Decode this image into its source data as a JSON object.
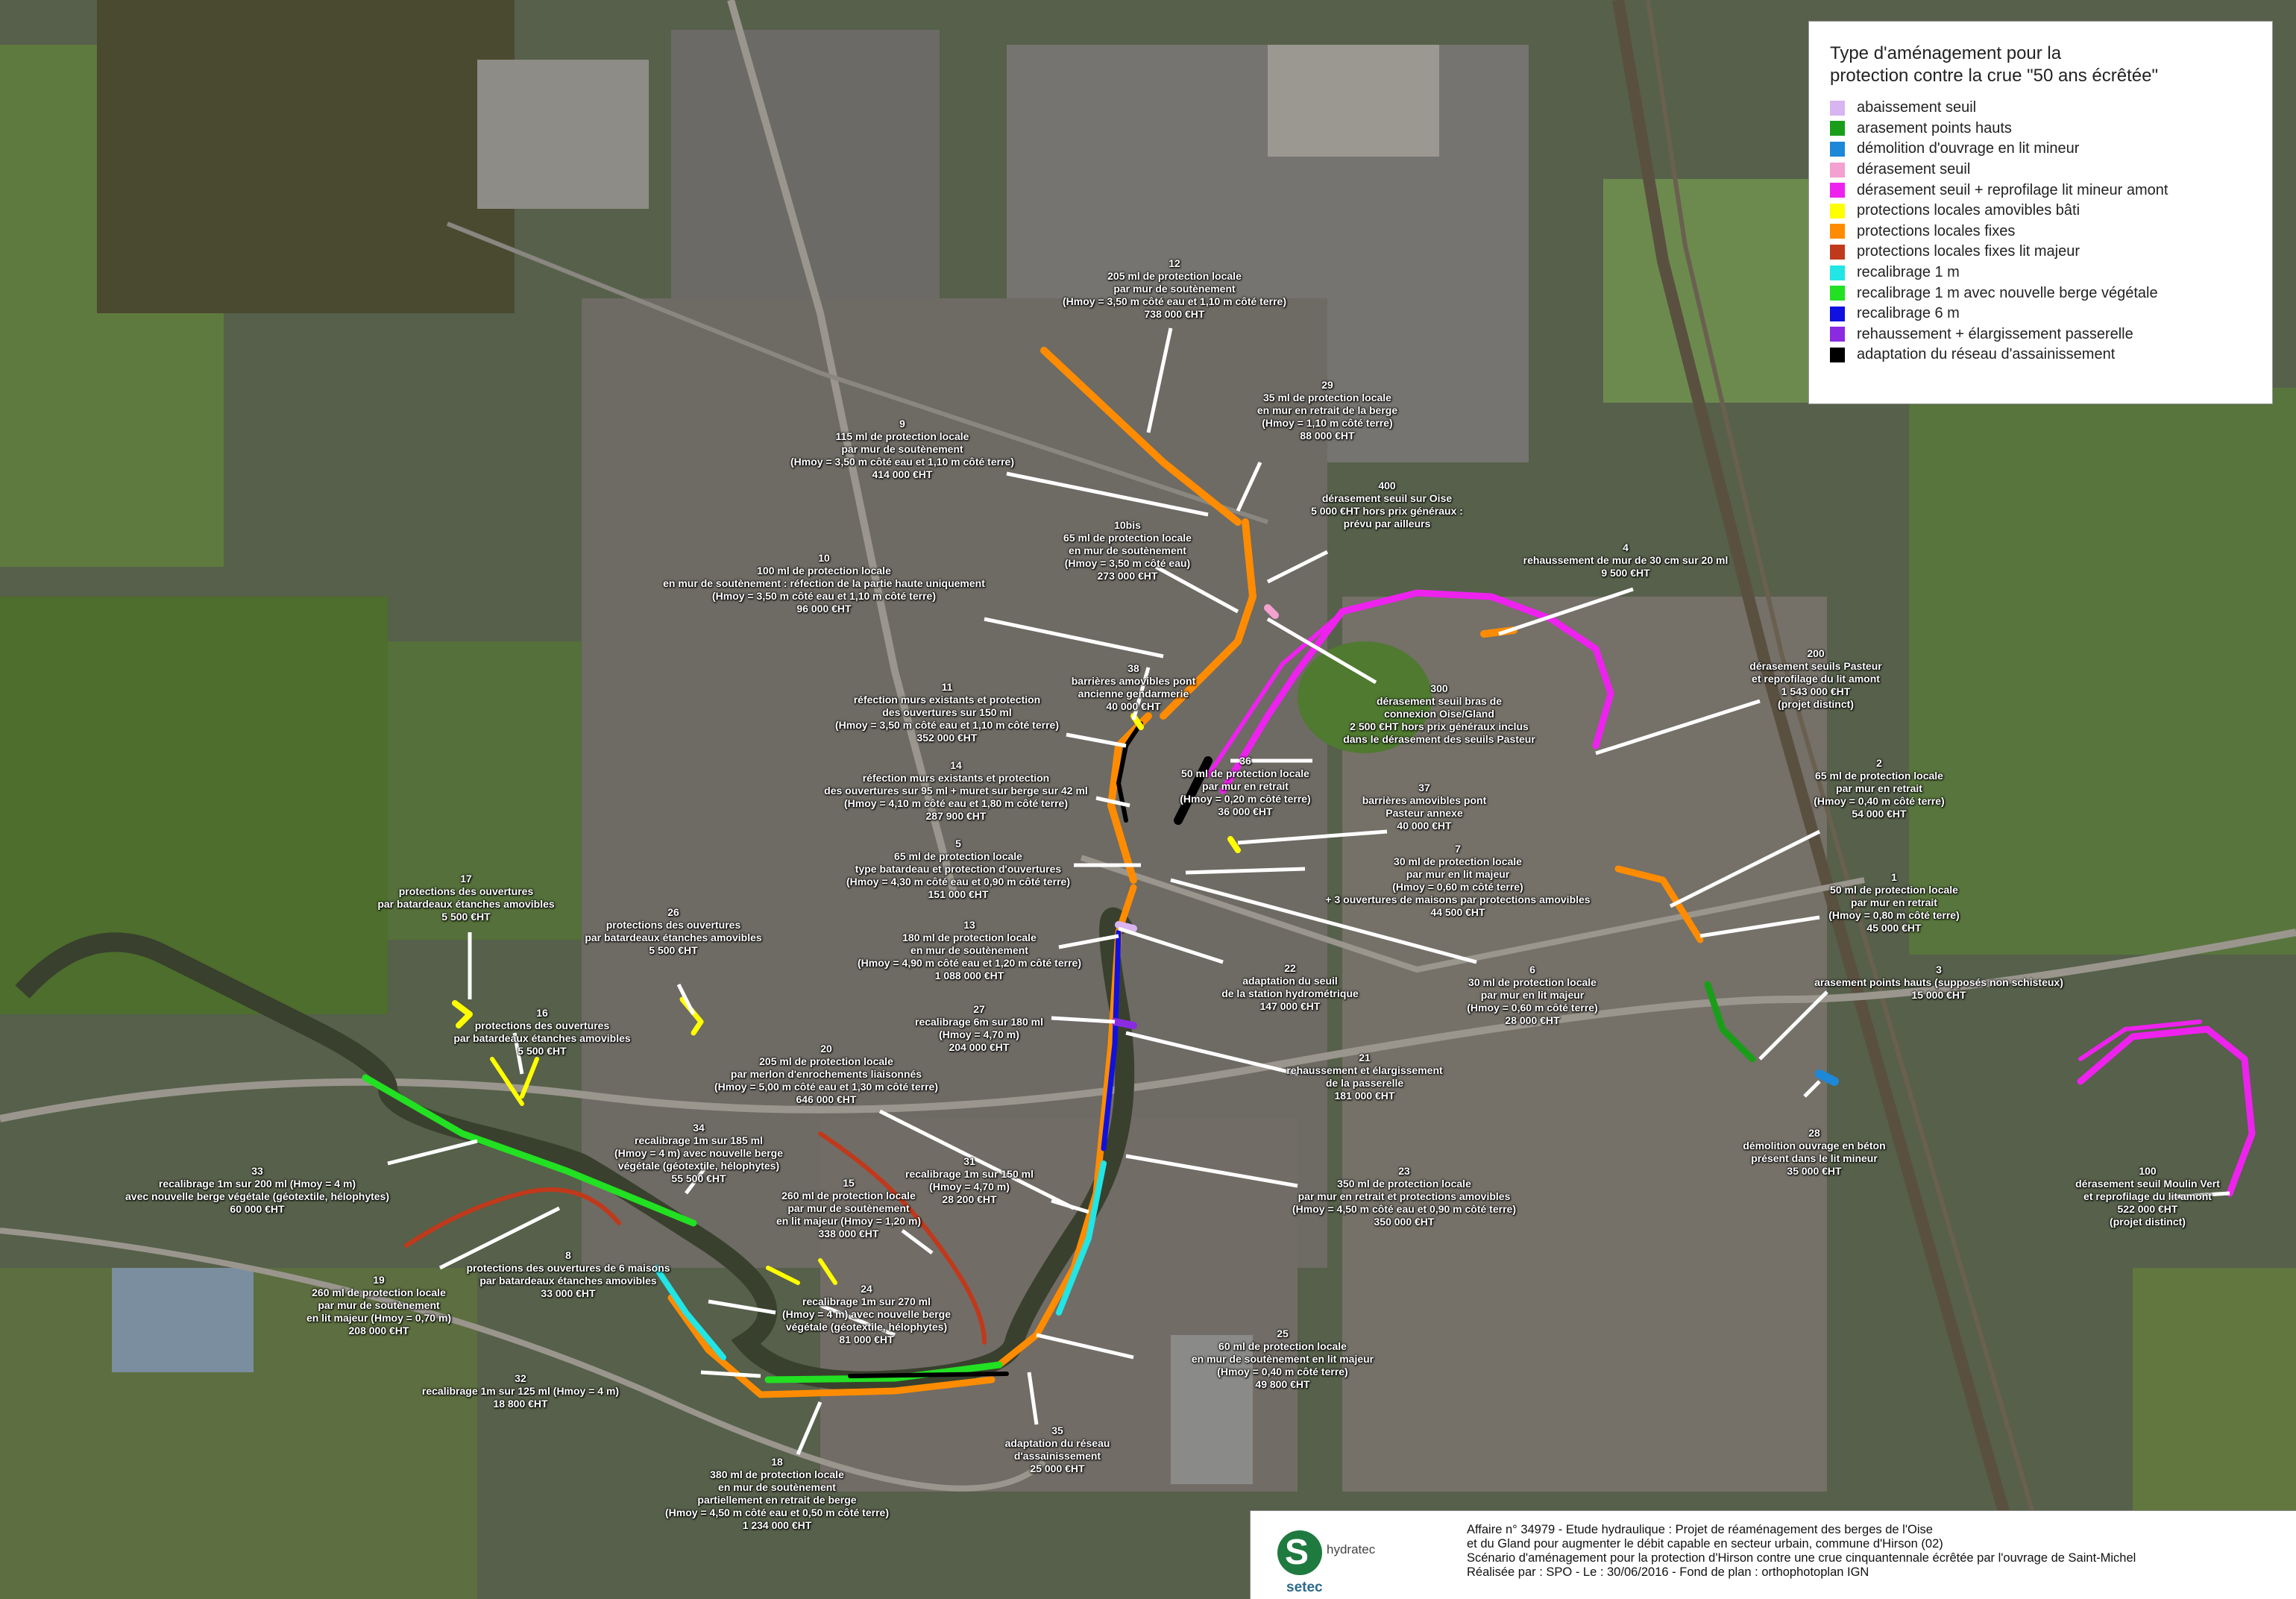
{
  "legend": {
    "title_line1": "Type d'aménagement pour la",
    "title_line2": "protection contre la crue \"50 ans écrêtée\"",
    "items": [
      {
        "label": "abaissement seuil",
        "color": "#d8b4f0"
      },
      {
        "label": "arasement points hauts",
        "color": "#1a9e1a"
      },
      {
        "label": "démolition d'ouvrage en lit mineur",
        "color": "#1e88d8"
      },
      {
        "label": "dérasement seuil",
        "color": "#f4a0d0"
      },
      {
        "label": "dérasement seuil + reprofilage lit mineur amont",
        "color": "#ee22ee"
      },
      {
        "label": "protections locales amovibles bâti",
        "color": "#ffff00"
      },
      {
        "label": "protections locales fixes",
        "color": "#ff8c00"
      },
      {
        "label": "protections locales fixes lit majeur",
        "color": "#c0391b"
      },
      {
        "label": "recalibrage 1 m",
        "color": "#22e5e5"
      },
      {
        "label": "recalibrage 1 m avec nouvelle berge végétale",
        "color": "#22e022"
      },
      {
        "label": "recalibrage 6 m",
        "color": "#1010e0"
      },
      {
        "label": "rehaussement + élargissement passerelle",
        "color": "#8a2be2"
      },
      {
        "label": "adaptation du réseau d'assainissement",
        "color": "#000000"
      }
    ]
  },
  "annotations": [
    {
      "text": "12\n205 ml de protection locale\npar mur de soutènement\n(Hmoy = 3,50 m côté eau et 1,10 m côté terre)\n738 000 €HT"
    },
    {
      "text": "9\n115 ml de protection locale\npar mur de soutènement\n(Hmoy = 3,50 m côté eau et 1,10 m côté terre)\n414 000 €HT"
    },
    {
      "text": "29\n35 ml de protection locale\nen mur en retrait de la berge\n(Hmoy = 1,10 m côté terre)\n88 000 €HT"
    },
    {
      "text": "400\ndérasement seuil sur Oise\n5 000 €HT hors prix généraux :\nprévu par ailleurs"
    },
    {
      "text": "10bis\n65 ml de protection locale\nen mur de soutènement\n(Hmoy = 3,50 m côté eau)\n273 000 €HT"
    },
    {
      "text": "10\n100 ml de protection locale\nen mur de soutènement : réfection de la partie haute uniquement\n(Hmoy = 3,50 m côté eau et 1,10 m côté terre)\n96 000 €HT"
    },
    {
      "text": "4\nrehaussement de mur de 30 cm sur 20 ml\n9 500 €HT"
    },
    {
      "text": "38\nbarrières amovibles pont\nancienne gendarmerie\n40 000 €HT"
    },
    {
      "text": "300\ndérasement seuil bras de\nconnexion Oise/Gland\n2 500 €HT hors prix généraux inclus\ndans le dérasement des seuils Pasteur"
    },
    {
      "text": "200\ndérasement seuils Pasteur\net reprofilage du lit amont\n1 543 000 €HT\n(projet distinct)"
    },
    {
      "text": "11\nréfection murs existants et protection\ndes ouvertures sur 150 ml\n(Hmoy = 3,50 m côté eau et 1,10 m côté terre)\n352 000 €HT"
    },
    {
      "text": "36\n50 ml de protection locale\npar mur en retrait\n(Hmoy = 0,20 m côté terre)\n36 000 €HT"
    },
    {
      "text": "2\n65 ml de protection locale\npar mur en retrait\n(Hmoy = 0,40 m côté terre)\n54 000 €HT"
    },
    {
      "text": "14\nréfection murs existants et protection\ndes ouvertures sur 95 ml + muret sur berge sur 42 ml\n(Hmoy = 4,10 m côté eau et 1,80 m côté terre)\n287 900 €HT"
    },
    {
      "text": "37\nbarrières amovibles pont\nPasteur annexe\n40 000 €HT"
    },
    {
      "text": "5\n65 ml de protection locale\ntype batardeau et protection d'ouvertures\n(Hmoy = 4,30 m côté eau et 0,90 m côté terre)\n151 000 €HT"
    },
    {
      "text": "7\n30 ml de protection locale\npar mur en lit majeur\n(Hmoy = 0,60 m côté terre)\n+ 3 ouvertures de maisons par protections amovibles\n44 500 €HT"
    },
    {
      "text": "1\n50 ml de protection locale\npar mur en retrait\n(Hmoy = 0,80 m côté terre)\n45 000 €HT"
    },
    {
      "text": "17\nprotections des ouvertures\npar batardeaux étanches amovibles\n5 500 €HT"
    },
    {
      "text": "26\nprotections des ouvertures\npar batardeaux étanches amovibles\n5 500 €HT"
    },
    {
      "text": "13\n180 ml de protection locale\nen mur de soutènement\n(Hmoy = 4,90 m côté eau et 1,20 m côté terre)\n1 088 000 €HT"
    },
    {
      "text": "22\nadaptation du seuil\nde la station hydrométrique\n147 000 €HT"
    },
    {
      "text": "6\n30 ml de protection locale\npar mur en lit majeur\n(Hmoy = 0,60 m côté terre)\n28 000 €HT"
    },
    {
      "text": "3\narasement points hauts (supposés non schisteux)\n15 000 €HT"
    },
    {
      "text": "16\nprotections des ouvertures\npar batardeaux étanches amovibles\n5 500 €HT"
    },
    {
      "text": "27\nrecalibrage 6m sur 180 ml\n(Hmoy = 4,70 m)\n204 000 €HT"
    },
    {
      "text": "21\nrehaussement et élargissement\nde la passerelle\n181 000 €HT"
    },
    {
      "text": "20\n205 ml de protection locale\npar merlon d'enrochements liaisonnés\n(Hmoy = 5,00 m côté eau et 1,30 m côté terre)\n646 000 €HT"
    },
    {
      "text": "28\ndémolition ouvrage en béton\nprésent dans le lit mineur\n35 000 €HT"
    },
    {
      "text": "34\nrecalibrage 1m sur 185 ml\n(Hmoy = 4 m) avec nouvelle berge\nvégétale (géotextile, hélophytes)\n55 500 €HT"
    },
    {
      "text": "31\nrecalibrage 1m sur 150 ml\n(Hmoy = 4,70 m)\n28 200 €HT"
    },
    {
      "text": "23\n350 ml de protection locale\npar mur en retrait et protections amovibles\n(Hmoy = 4,50 m côté eau et 0,90 m côté terre)\n350 000 €HT"
    },
    {
      "text": "100\ndérasement seuil Moulin Vert\net reprofilage du lit amont\n522 000 €HT\n(projet distinct)"
    },
    {
      "text": "33\nrecalibrage 1m sur 200 ml (Hmoy = 4 m)\navec nouvelle berge végétale (géotextile, hélophytes)\n60 000 €HT"
    },
    {
      "text": "15\n260 ml de protection locale\npar mur de soutènement\nen lit majeur (Hmoy = 1,20 m)\n338 000 €HT"
    },
    {
      "text": "8\nprotections des ouvertures de 6 maisons\npar batardeaux étanches amovibles\n33 000 €HT"
    },
    {
      "text": "19\n260 ml de protection locale\npar mur de soutènement\nen lit majeur (Hmoy = 0,70 m)\n208 000 €HT"
    },
    {
      "text": "24\nrecalibrage 1m sur 270 ml\n(Hmoy = 4 m) avec nouvelle berge\nvégétale (géotextile, hélophytes)\n81 000 €HT"
    },
    {
      "text": "25\n60 ml de protection locale\nen mur de soutènement en lit majeur\n(Hmoy = 0,40 m côté terre)\n49 800 €HT"
    },
    {
      "text": "32\nrecalibrage 1m sur 125 ml (Hmoy = 4 m)\n18 800 €HT"
    },
    {
      "text": "35\nadaptation du réseau\nd'assainissement\n25 000 €HT"
    },
    {
      "text": "18\n380 ml de protection locale\nen mur de soutènement\npartiellement en retrait de berge\n(Hmoy = 4,50 m côté eau et 0,50 m côté terre)\n1 234 000 €HT"
    }
  ],
  "cartouche": {
    "logo_brand": "hydratec",
    "logo_group": "setec",
    "line1": "Affaire n° 34979 - Etude hydraulique : Projet de réaménagement des berges de l'Oise",
    "line2": "et du Gland pour augmenter le débit capable en secteur urbain, commune d'Hirson (02)",
    "line3": "Scénario d'aménagement pour la protection d'Hirson contre une crue cinquantennale écrêtée par l'ouvrage de Saint-Michel",
    "line4": "Réalisée par : SPO - Le : 30/06/2016 - Fond de plan : orthophotoplan IGN"
  }
}
